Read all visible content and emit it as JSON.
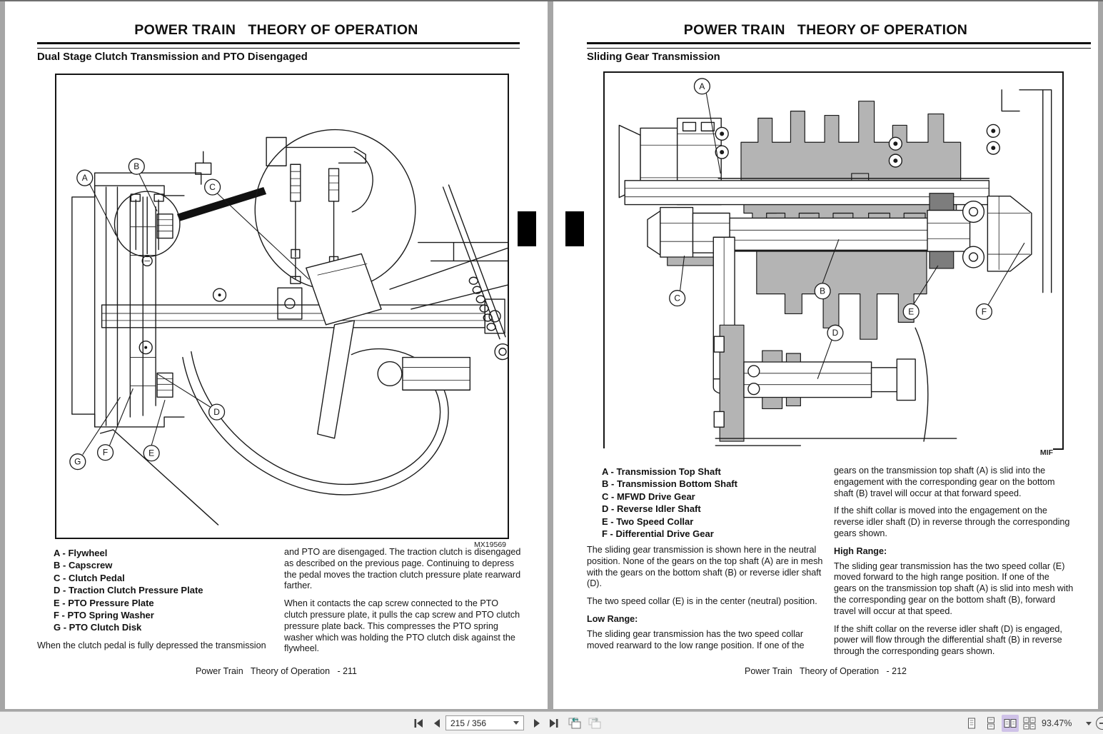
{
  "toolbar": {
    "page_combo_value": "215 / 356",
    "zoom_percent": "93.47%",
    "icons": {
      "first_page": "|◀",
      "previous_page": "◀",
      "next_page": "▶",
      "last_page": "▶|",
      "previous_view": "overlapping-pages-arrow-left",
      "next_view": "overlapping-pages-arrow-right",
      "single_page_view": "single-page",
      "continuous_view": "continuous-scroll",
      "two_page_view": "two-page",
      "two_page_continuous_view": "two-page-continuous",
      "zoom_dropdown": "▾",
      "zoom_out": "−"
    },
    "colors": {
      "active_mode_highlight": "#cfc2e8",
      "previous_view_arrow": "#2e8b84"
    }
  },
  "left_page": {
    "header_title": "POWER TRAIN   THEORY OF OPERATION",
    "section_title": "Dual Stage Clutch Transmission and PTO Disengaged",
    "figure": {
      "caption": "MX19569",
      "labels": [
        "A",
        "B",
        "C",
        "D",
        "E",
        "F",
        "G"
      ]
    },
    "legend": [
      "A - Flywheel",
      "B - Capscrew",
      "C - Clutch Pedal",
      "D - Traction Clutch Pressure Plate",
      "E - PTO Pressure Plate",
      "F - PTO Spring Washer",
      "G - PTO Clutch Disk"
    ],
    "col_left_paragraph": "When the clutch pedal is fully depressed the transmission",
    "col_right_paragraphs": [
      "and PTO are disengaged. The traction clutch is disengaged as described on the previous page. Continuing to depress the pedal moves the traction clutch pressure plate rearward farther.",
      "When it contacts the cap screw connected to the PTO clutch pressure plate, it pulls the cap screw and PTO clutch pressure plate back. This compresses the PTO spring washer which was holding the PTO clutch disk against the flywheel."
    ],
    "footer": "Power Train   Theory of Operation   - 211"
  },
  "right_page": {
    "header_title": "POWER TRAIN   THEORY OF OPERATION",
    "section_title": "Sliding Gear Transmission",
    "figure": {
      "caption": "MIF",
      "labels": [
        "A",
        "B",
        "C",
        "D",
        "E",
        "F"
      ]
    },
    "legend": [
      "A - Transmission Top Shaft",
      "B - Transmission Bottom Shaft",
      "C - MFWD Drive Gear",
      "D - Reverse Idler Shaft",
      "E - Two Speed Collar",
      "F - Differential Drive Gear"
    ],
    "col_left_paragraphs": [
      "The sliding gear transmission is shown here in the neutral position. None of the gears on the top shaft (A) are in mesh with the gears on the bottom shaft (B) or reverse idler shaft (D).",
      "The two speed collar (E) is in the center (neutral) position."
    ],
    "col_left_heading": "Low Range:",
    "col_left_paragraph_cont": "The sliding gear transmission has the two speed collar moved rearward to the low range position. If one of the",
    "col_right_paragraphs": [
      "gears on the transmission top shaft (A) is slid into the engagement with the corresponding gear on the bottom shaft (B) travel will occur at that forward speed.",
      "If the shift collar is moved into the engagement on the reverse idler shaft (D) in reverse through the corresponding gears shown."
    ],
    "col_right_heading": "High Range:",
    "col_right_paragraphs2": [
      "The sliding gear transmission has the two speed collar (E) moved forward to the high range position. If one of the gears on the transmission top shaft (A) is slid into mesh with the corresponding gear on the bottom shaft (B), forward travel will occur at that speed.",
      "If the shift collar on the reverse idler shaft (D) is engaged, power will flow through the differential shaft (B) in reverse through the corresponding gears shown."
    ],
    "footer": "Power Train   Theory of Operation   - 212"
  }
}
